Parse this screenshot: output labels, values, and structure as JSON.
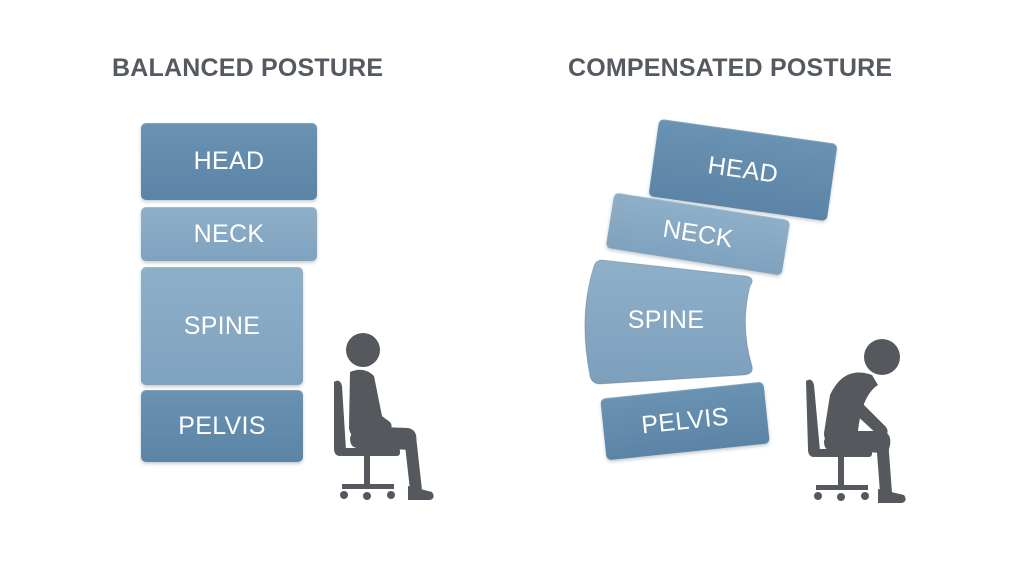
{
  "left": {
    "title": "BALANCED POSTURE",
    "blocks": {
      "head": "HEAD",
      "neck": "NECK",
      "spine": "SPINE",
      "pelvis": "PELVIS"
    }
  },
  "right": {
    "title": "COMPENSATED POSTURE",
    "blocks": {
      "head": "HEAD",
      "neck": "NECK",
      "spine": "SPINE",
      "pelvis": "PELVIS"
    }
  },
  "colors": {
    "title": "#555a60",
    "block_dark": "#6388aa",
    "block_light": "#86a8c3",
    "figure": "#55585c"
  },
  "icons": {
    "left_figure": "seated-person-upright-icon",
    "right_figure": "seated-person-slouched-icon"
  }
}
